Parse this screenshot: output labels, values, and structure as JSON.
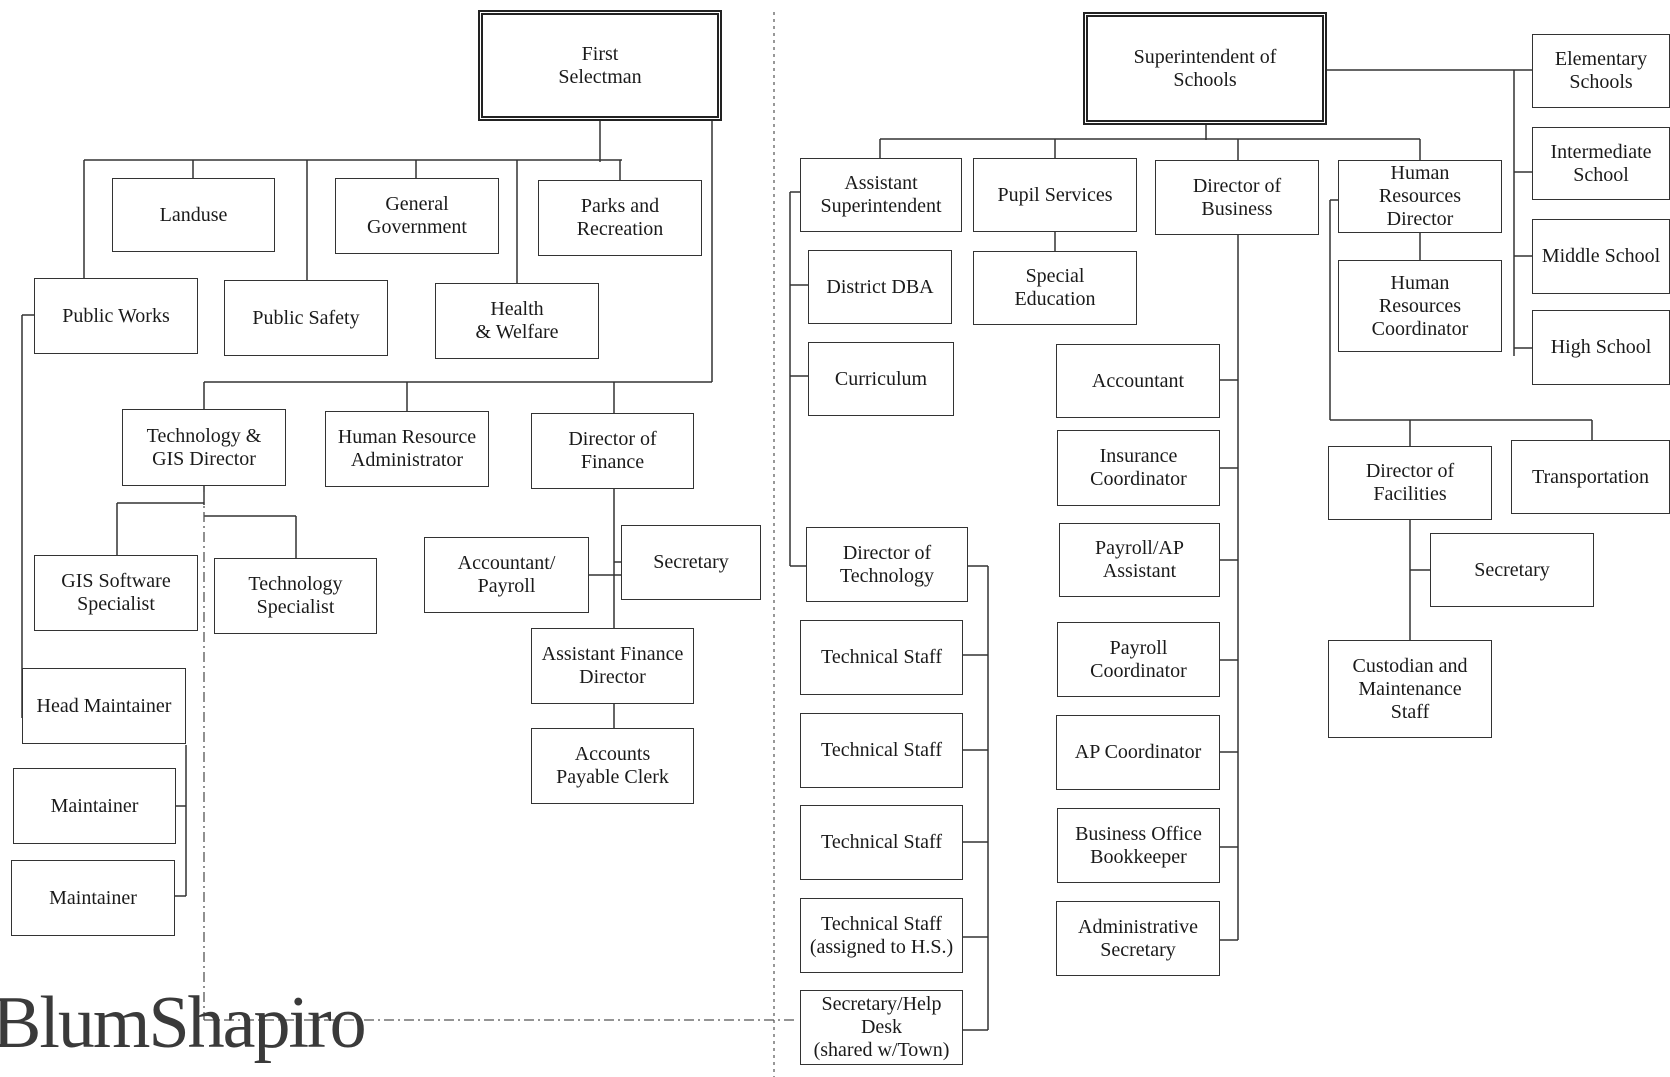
{
  "colors": {
    "line": "#333333",
    "dash": "#555555",
    "text": "#1a1a1a",
    "logo": "#3a3a3a"
  },
  "logo": {
    "text": "BlumShapiro"
  },
  "town": {
    "first_selectman": "First\nSelectman",
    "landuse": "Landuse",
    "general_government": "General\nGovernment",
    "parks_recreation": "Parks and\nRecreation",
    "public_works": "Public Works",
    "public_safety": "Public Safety",
    "health_welfare": "Health\n& Welfare",
    "technology_gis_director": "Technology &\nGIS Director",
    "human_resource_administrator": "Human Resource\nAdministrator",
    "director_of_finance": "Director of\nFinance",
    "gis_software_specialist": "GIS Software\nSpecialist",
    "technology_specialist": "Technology\nSpecialist",
    "accountant_payroll": "Accountant/\nPayroll",
    "finance_secretary": "Secretary",
    "assistant_finance_director": "Assistant Finance\nDirector",
    "accounts_payable_clerk": "Accounts\nPayable Clerk",
    "head_maintainer": "Head Maintainer",
    "maintainer_1": "Maintainer",
    "maintainer_2": "Maintainer"
  },
  "schools": {
    "superintendent": "Superintendent of\nSchools",
    "elementary_schools": "Elementary\nSchools",
    "intermediate_school": "Intermediate\nSchool",
    "middle_school": "Middle School",
    "high_school": "High School",
    "assistant_superintendent": "Assistant\nSuperintendent",
    "pupil_services": "Pupil Services",
    "director_of_business": "Director of\nBusiness",
    "hr_director": "Human\nResources\nDirector",
    "hr_coordinator": "Human\nResources\nCoordinator",
    "district_dba": "District DBA",
    "curriculum": "Curriculum",
    "special_education": "Special\nEducation",
    "director_of_technology": "Director of\nTechnology",
    "technical_staff_1": "Technical Staff",
    "technical_staff_2": "Technical Staff",
    "technical_staff_3": "Technical Staff",
    "technical_staff_hs": "Technical Staff\n(assigned to H.S.)",
    "secretary_help_desk": "Secretary/Help\nDesk\n(shared w/Town)",
    "accountant": "Accountant",
    "insurance_coordinator": "Insurance\nCoordinator",
    "payroll_ap_assistant": "Payroll/AP\nAssistant",
    "payroll_coordinator": "Payroll\nCoordinator",
    "ap_coordinator": "AP Coordinator",
    "business_office_bookkeeper": "Business Office\nBookkeeper",
    "administrative_secretary": "Administrative\nSecretary",
    "director_of_facilities": "Director of\nFacilities",
    "transportation": "Transportation",
    "facilities_secretary": "Secretary",
    "custodian_maintenance": "Custodian and\nMaintenance\nStaff"
  }
}
